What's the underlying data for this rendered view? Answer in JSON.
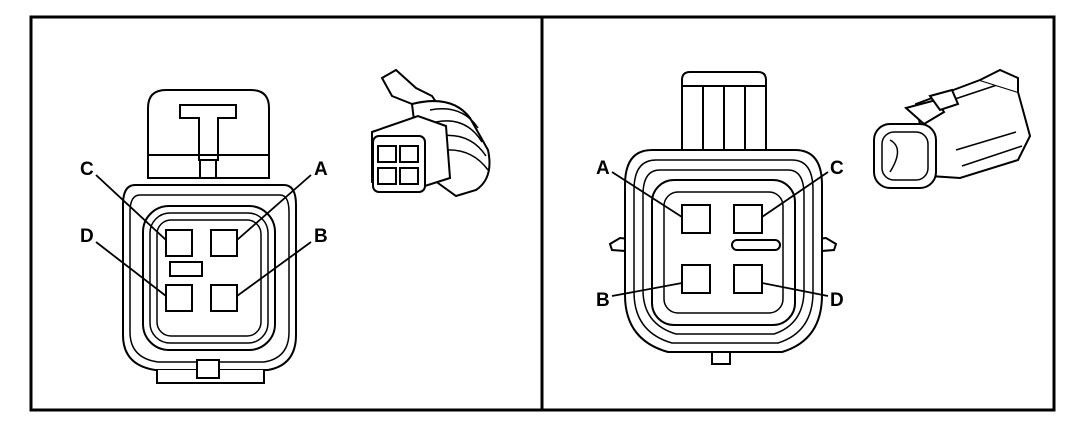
{
  "colors": {
    "line": "#000000",
    "background": "#ffffff"
  },
  "panels": [
    {
      "id": "left",
      "pin_labels": [
        {
          "pin": "C",
          "text": "C"
        },
        {
          "pin": "A",
          "text": "A"
        },
        {
          "pin": "D",
          "text": "D"
        },
        {
          "pin": "B",
          "text": "B"
        }
      ]
    },
    {
      "id": "right",
      "pin_labels": [
        {
          "pin": "A",
          "text": "A"
        },
        {
          "pin": "C",
          "text": "C"
        },
        {
          "pin": "B",
          "text": "B"
        },
        {
          "pin": "D",
          "text": "D"
        }
      ]
    }
  ]
}
